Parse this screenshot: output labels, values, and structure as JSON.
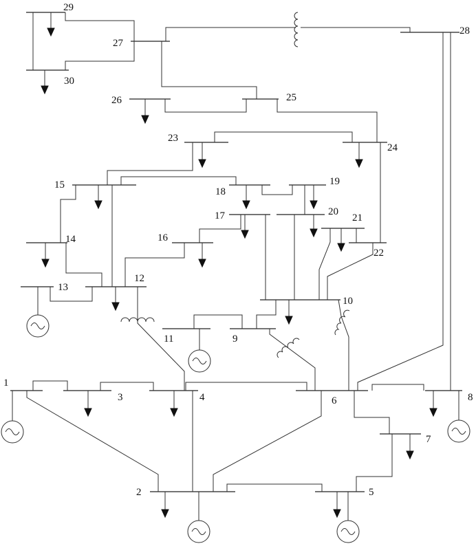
{
  "bus_labels": {
    "b1": "1",
    "b2": "2",
    "b3": "3",
    "b4": "4",
    "b5": "5",
    "b6": "6",
    "b7": "7",
    "b8": "8",
    "b9": "9",
    "b10": "10",
    "b11": "11",
    "b12": "12",
    "b13": "13",
    "b14": "14",
    "b15": "15",
    "b16": "16",
    "b17": "17",
    "b18": "18",
    "b19": "19",
    "b20": "20",
    "b21": "21",
    "b22": "22",
    "b23": "23",
    "b24": "24",
    "b25": "25",
    "b26": "26",
    "b27": "27",
    "b28": "28",
    "b29": "29",
    "b30": "30"
  },
  "generators": [
    "1",
    "2",
    "5",
    "8",
    "11",
    "13"
  ],
  "loads": [
    "2",
    "3",
    "4",
    "5",
    "7",
    "8",
    "10",
    "12",
    "14",
    "15",
    "16",
    "17",
    "18",
    "19",
    "20",
    "21",
    "23",
    "24",
    "26",
    "29",
    "30"
  ],
  "transformers": [
    "6-9",
    "6-10",
    "4-12",
    "28-27"
  ],
  "colors": {
    "line": "#303030",
    "load_arrow": "#111111",
    "background": "#ffffff"
  }
}
